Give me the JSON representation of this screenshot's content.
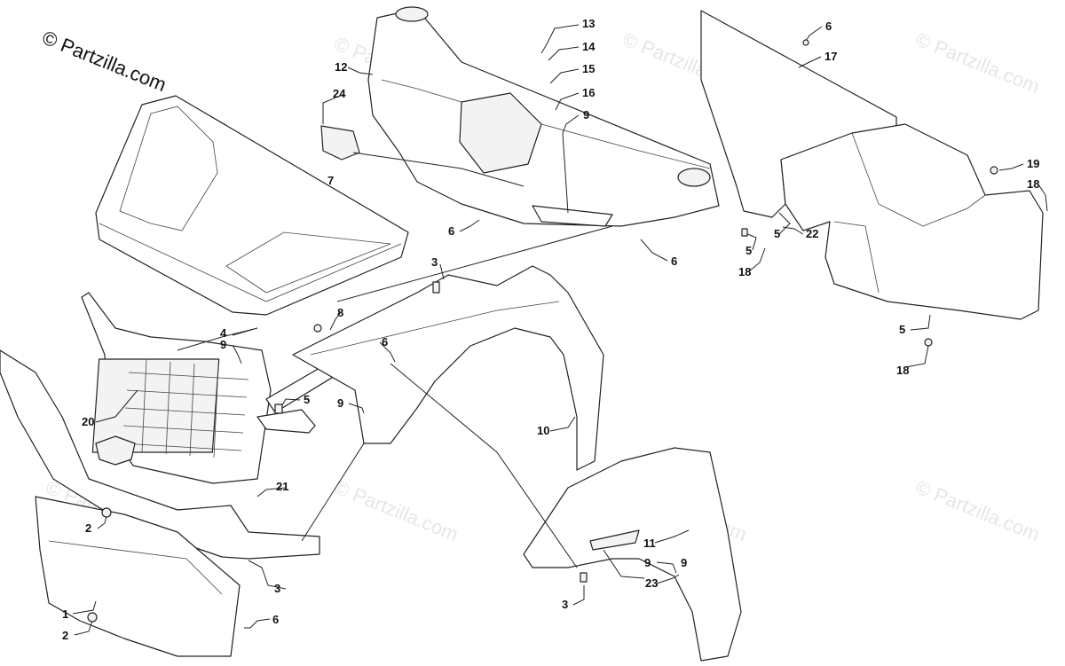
{
  "copyright": "© Partzilla.com",
  "watermark": "© Partzilla.com",
  "callouts": [
    "1",
    "2",
    "2",
    "3",
    "3",
    "3",
    "4",
    "5",
    "5",
    "5",
    "5",
    "6",
    "6",
    "6",
    "6",
    "6",
    "7",
    "8",
    "9",
    "9",
    "9",
    "9",
    "9",
    "10",
    "11",
    "12",
    "13",
    "14",
    "15",
    "16",
    "17",
    "18",
    "18",
    "18",
    "19",
    "20",
    "21",
    "22",
    "23",
    "24"
  ]
}
